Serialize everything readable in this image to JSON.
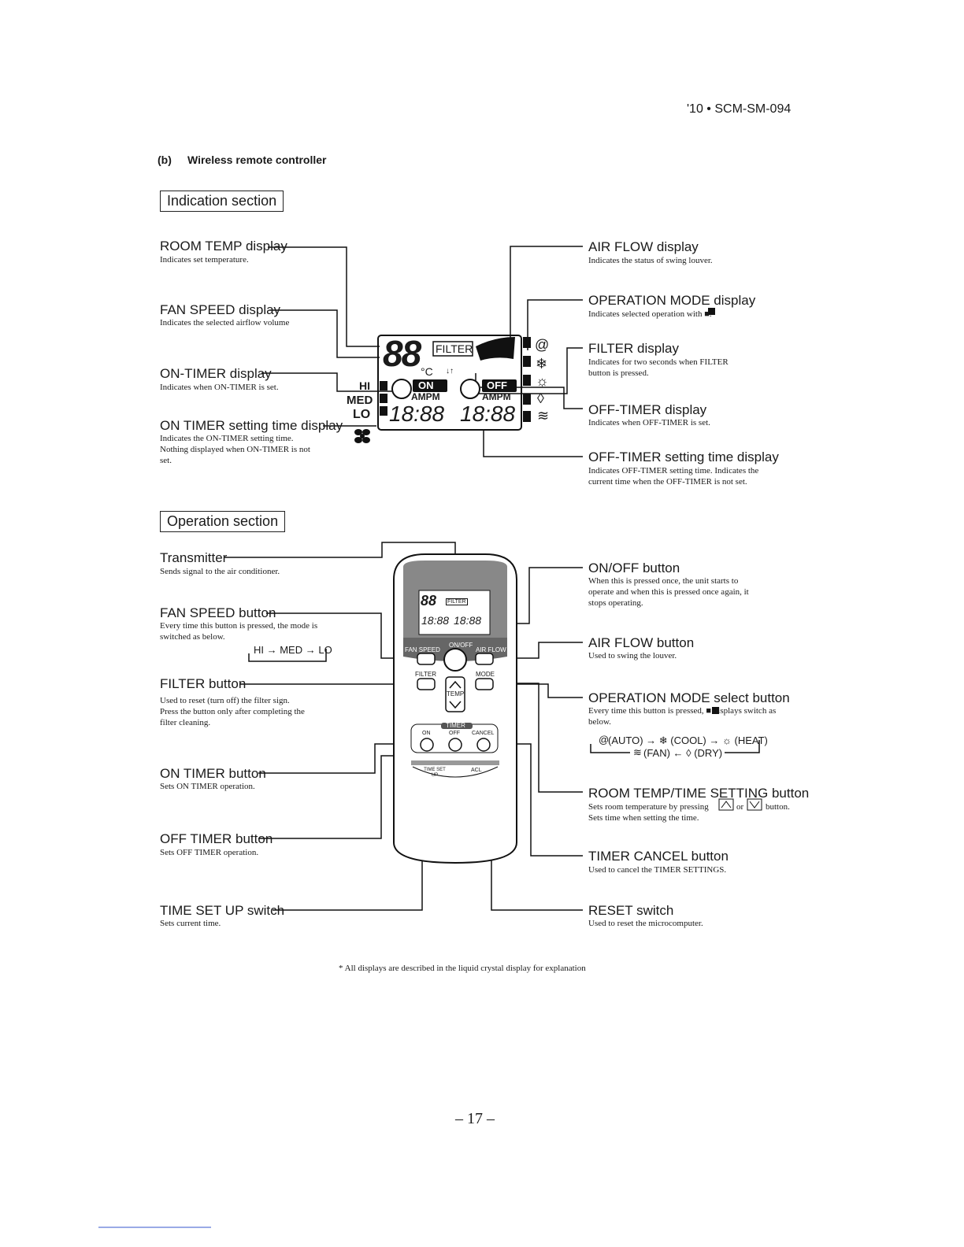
{
  "header": {
    "doc_id": "'10 • SCM-SM-094"
  },
  "heading": {
    "label": "(b)",
    "title": "Wireless remote controller"
  },
  "sections": {
    "indication": "Indication section",
    "operation": "Operation section"
  },
  "indication": {
    "room_temp": {
      "title": "ROOM TEMP display",
      "desc": "Indicates set temperature."
    },
    "fan_speed": {
      "title": "FAN SPEED display",
      "desc": "Indicates the selected airflow volume"
    },
    "on_timer": {
      "title": "ON-TIMER display",
      "desc": "Indicates when ON-TIMER is set."
    },
    "on_timer_time": {
      "title": "ON TIMER setting time display",
      "desc": "Indicates the ON-TIMER setting time. Nothing displayed when ON-TIMER is not set."
    },
    "air_flow": {
      "title": "AIR FLOW display",
      "desc": "Indicates the status of swing louver."
    },
    "op_mode": {
      "title": "OPERATION MODE display",
      "desc": "Indicates selected operation with ■."
    },
    "filter": {
      "title": "FILTER display",
      "desc": "Indicates for two seconds when FILTER button is pressed."
    },
    "off_timer": {
      "title": "OFF-TIMER display",
      "desc": "Indicates when OFF-TIMER is set."
    },
    "off_timer_time": {
      "title": "OFF-TIMER setting time display",
      "desc": "Indicates OFF-TIMER setting time. Indicates the current time when the OFF-TIMER is not set."
    }
  },
  "lcd": {
    "temp_digits": "88",
    "temp_unit": "°C",
    "filter_label": "FILTER",
    "louver_arrows": "↓↑",
    "hi": "HI",
    "med": "MED",
    "lo": "LO",
    "on": "ON",
    "off": "OFF",
    "ampm": "AMPM",
    "time_on": "18:88",
    "time_off": "18:88"
  },
  "operation": {
    "transmitter": {
      "title": "Transmitter",
      "desc": "Sends signal to the air conditioner."
    },
    "fan_speed_btn": {
      "title": "FAN SPEED button",
      "desc": "Every time this button is pressed, the mode is switched as below.",
      "sequence": "HI → MED → LO"
    },
    "filter_btn": {
      "title": "FILTER button",
      "desc": "Used to reset (turn off) the filter sign. Press the button only after completing the filter cleaning."
    },
    "on_timer_btn": {
      "title": "ON TIMER button",
      "desc": "Sets ON TIMER operation."
    },
    "off_timer_btn": {
      "title": "OFF TIMER button",
      "desc": "Sets OFF TIMER operation."
    },
    "time_set_up": {
      "title": "TIME SET UP switch",
      "desc": "Sets current time."
    },
    "onoff_btn": {
      "title": "ON/OFF button",
      "desc": "When this is pressed once, the unit starts to operate and when this is pressed once again, it stops operating."
    },
    "air_flow_btn": {
      "title": "AIR FLOW button",
      "desc": "Used to swing the louver."
    },
    "op_mode_btn": {
      "title": "OPERATION MODE select button",
      "desc": "Every time this button is pressed, ■ displays switch as below.",
      "seq1": "(AUTO) → ❄ (COOL) → ☼ (HEAT)",
      "seq2": "(FAN) ← ◊ (DRY)"
    },
    "room_temp_btn": {
      "title": "ROOM TEMP/TIME SETTING button",
      "desc1": "Sets room temperature by pressing",
      "or": "or",
      "desc1_end": "button.",
      "desc2": "Sets time when setting the time."
    },
    "timer_cancel_btn": {
      "title": "TIMER CANCEL button",
      "desc": "Used to cancel the TIMER SETTINGS."
    },
    "reset_switch": {
      "title": "RESET switch",
      "desc": "Used to reset the microcomputer."
    }
  },
  "remote": {
    "fan_speed": "FAN SPEED",
    "onoff": "ON/OFF",
    "air_flow": "AIR FLOW",
    "filter": "FILTER",
    "mode": "MODE",
    "temp": "TEMP",
    "timer": "TIMER",
    "on": "ON",
    "off": "OFF",
    "cancel": "CANCEL",
    "time_setup": "TIME SET UP",
    "acl": "ACL"
  },
  "footnote": "* All displays are described in the liquid crystal display for explanation",
  "page_number": "– 17 –"
}
